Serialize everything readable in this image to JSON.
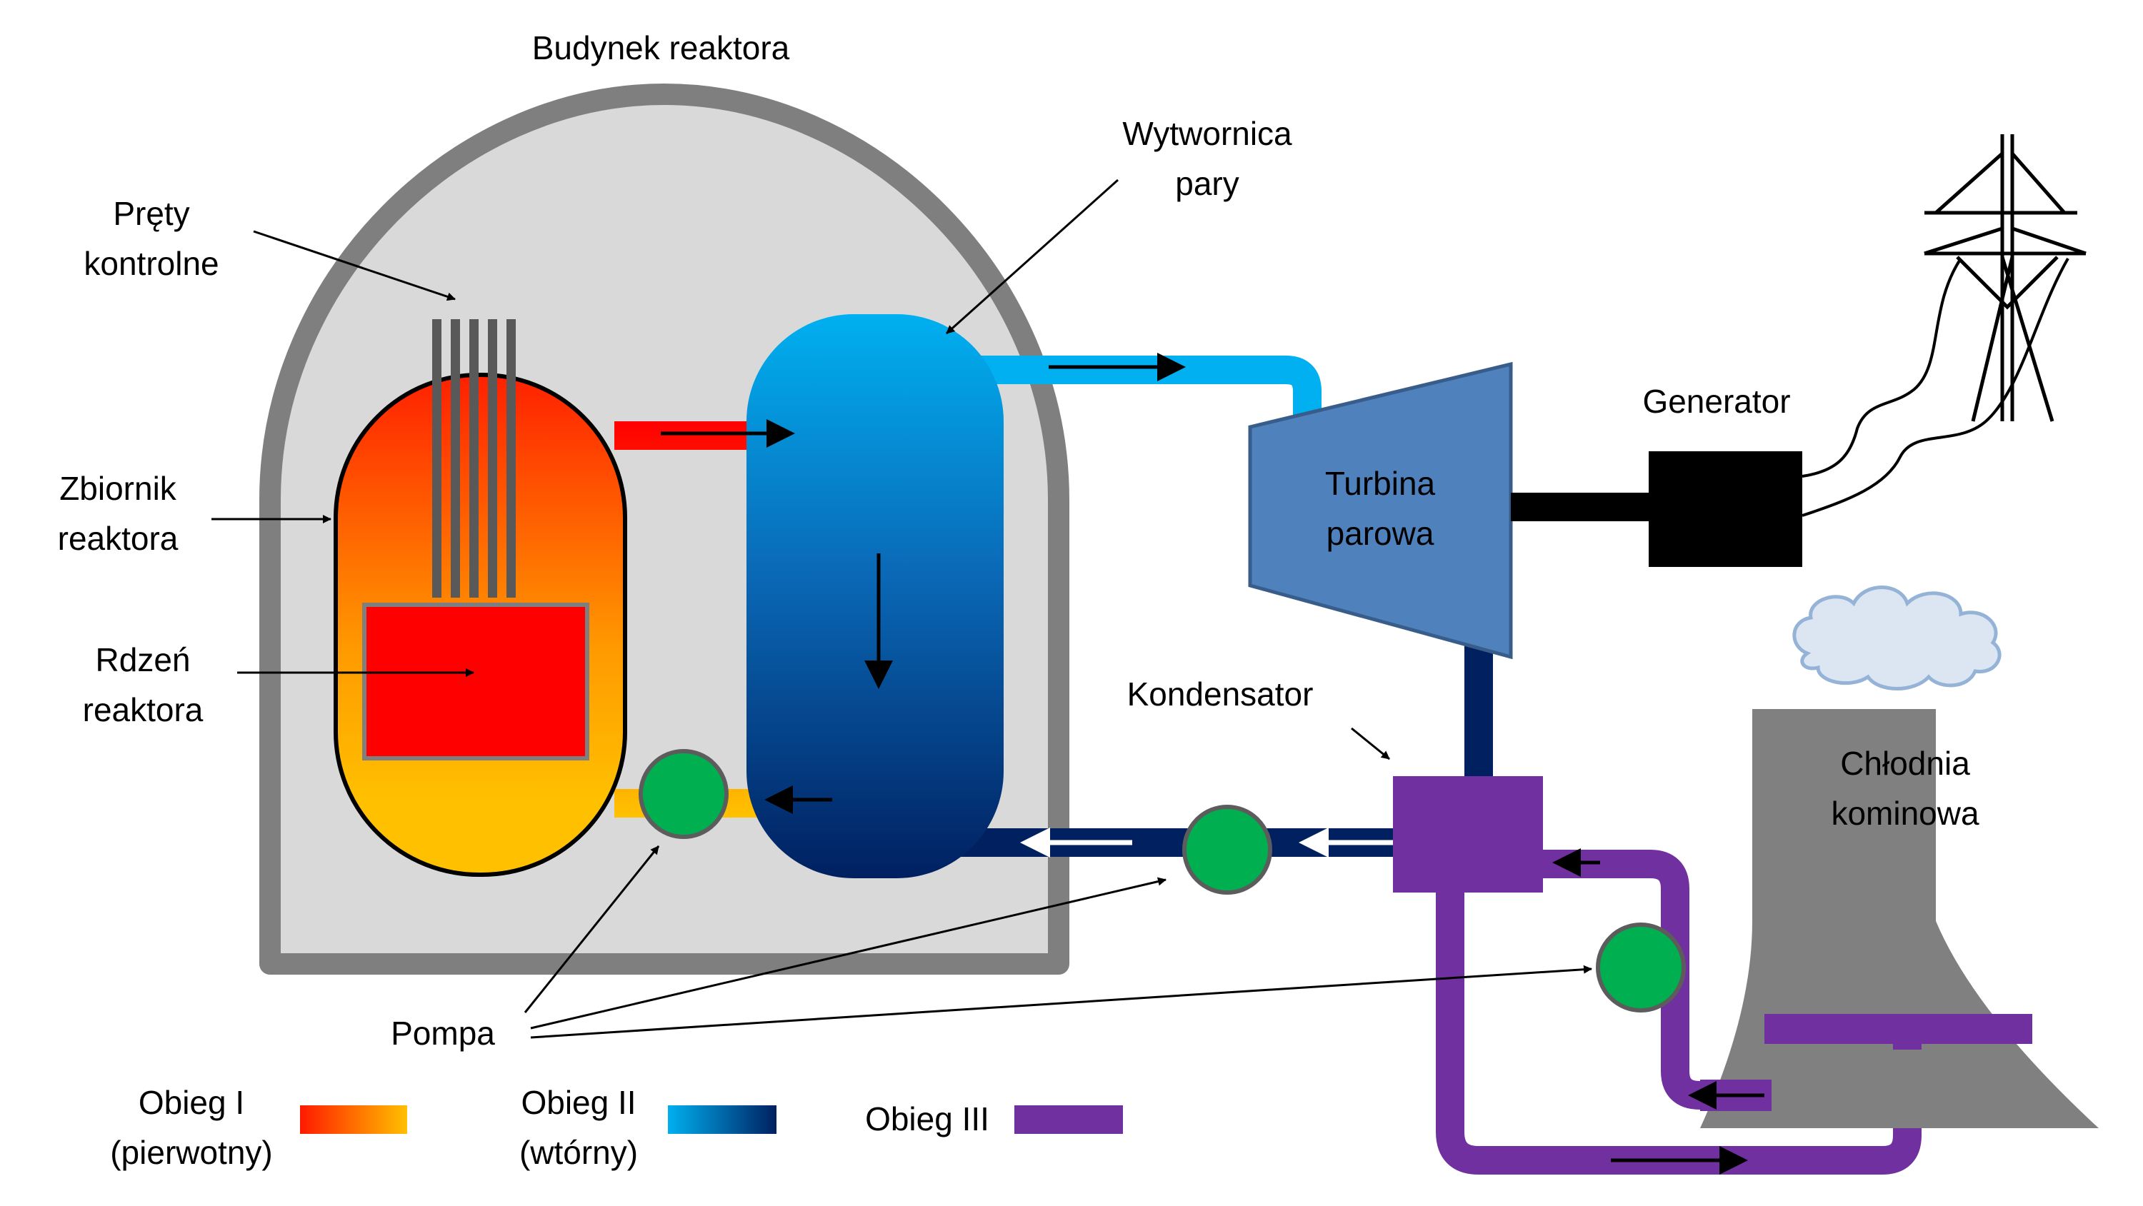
{
  "labels": {
    "building": "Budynek reaktora",
    "rods": [
      "Pręty",
      "kontrolne"
    ],
    "vessel": [
      "Zbiornik",
      "reaktora"
    ],
    "core": [
      "Rdzeń",
      "reaktora"
    ],
    "steam_gen": [
      "Wytwornica",
      "pary"
    ],
    "turbine": [
      "Turbina",
      "parowa"
    ],
    "generator": "Generator",
    "condenser": "Kondensator",
    "cooling_tower": [
      "Chłodnia",
      "kominowa"
    ],
    "pump": "Pompa"
  },
  "legend": [
    {
      "lines": [
        "Obieg I",
        "(pierwotny)"
      ],
      "color_from": "#ff1a00",
      "color_to": "#ffc000"
    },
    {
      "lines": [
        "Obieg II",
        "(wtórny)"
      ],
      "color_from": "#00b0f0",
      "color_to": "#002060"
    },
    {
      "lines": [
        "Obieg III"
      ],
      "color_from": "#7030a0",
      "color_to": "#7030a0"
    }
  ],
  "colors": {
    "primary_hot": "#ff0000",
    "primary_cold": "#ffc000",
    "secondary_steam": "#00b0f0",
    "secondary_water": "#002060",
    "tertiary": "#7030a0",
    "pump": "#00b050",
    "turbine": "#4f81bd",
    "building_fill": "#d9d9d9",
    "building_outline": "#7f7f7f",
    "tower": "#808080",
    "generator": "#000000",
    "cloud": "#dce6f2"
  }
}
